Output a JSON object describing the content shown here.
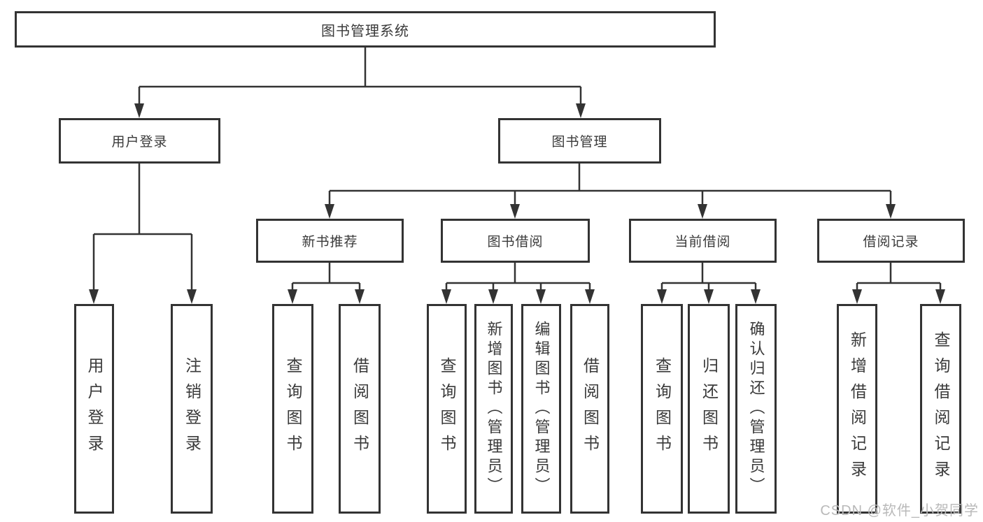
{
  "tree": {
    "root": {
      "label": "图书管理系统",
      "children": [
        {
          "label": "用户登录",
          "children": [
            {
              "label": "用户登录"
            },
            {
              "label": "注销登录"
            }
          ]
        },
        {
          "label": "图书管理",
          "children": [
            {
              "label": "新书推荐",
              "children": [
                {
                  "label": "查询图书"
                },
                {
                  "label": "借阅图书"
                }
              ]
            },
            {
              "label": "图书借阅",
              "children": [
                {
                  "label": "查询图书"
                },
                {
                  "label": "新增图书（管理员）"
                },
                {
                  "label": "编辑图书（管理员）"
                },
                {
                  "label": "借阅图书"
                }
              ]
            },
            {
              "label": "当前借阅",
              "children": [
                {
                  "label": "查询图书"
                },
                {
                  "label": "归还图书"
                },
                {
                  "label": "确认归还（管理员）"
                }
              ]
            },
            {
              "label": "借阅记录",
              "children": [
                {
                  "label": "新增借阅记录"
                },
                {
                  "label": "查询借阅记录"
                }
              ]
            }
          ]
        }
      ]
    }
  },
  "watermark": "CSDN @软件_小贺同学",
  "colors": {
    "line": "#333333",
    "text": "#3a3a3a",
    "background": "#ffffff",
    "watermark": "#b9b9b9"
  }
}
